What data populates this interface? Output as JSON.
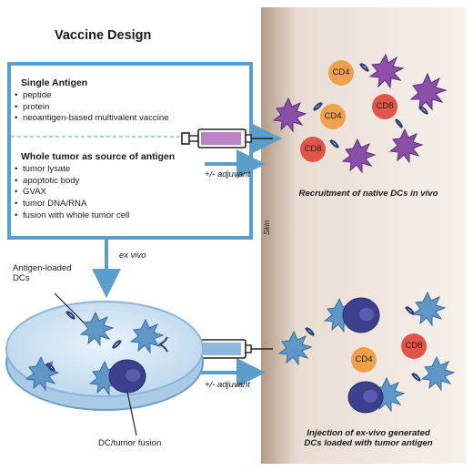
{
  "title": "Vaccine Design",
  "single_antigen": {
    "heading": "Single Antigen",
    "items": [
      "peptide",
      "protein",
      "neoantigen-based multivalent vaccine"
    ]
  },
  "whole_tumor": {
    "heading": "Whole tumor as source of antigen",
    "items": [
      "tumor lysate",
      "apoptotic body",
      "GVAX",
      "tumor DNA/RNA",
      "fusion with whole tumor cell"
    ]
  },
  "adjuvant_top": "+/- adjuvant",
  "adjuvant_bottom": "+/- adjuvant",
  "ex_vivo": "ex vivo",
  "antigen_loaded_dcs": "Antigen-loaded\nDCs",
  "dc_tumor_fusion": "DC/tumor fusion",
  "skin": "Skin",
  "recruitment_caption": "Recruitment of native DCs in vivo",
  "injection_caption": "Injection of ex-vivo generated\nDCs loaded with tumor antigen",
  "cells": {
    "top": [
      "CD4",
      "CD8",
      "CD4",
      "CD8"
    ],
    "bottom": [
      "CD4",
      "CD8"
    ]
  },
  "colors": {
    "frame_blue": "#5b9ec9",
    "skin_tan": "#c5ad9c",
    "cd4_orange": "#f0a04b",
    "cd8_red": "#e0554a",
    "native_dc_purple": "#8a4fa8",
    "loaded_dc_blue": "#5f97c7",
    "tumor_indigo": "#3d3f8f"
  }
}
